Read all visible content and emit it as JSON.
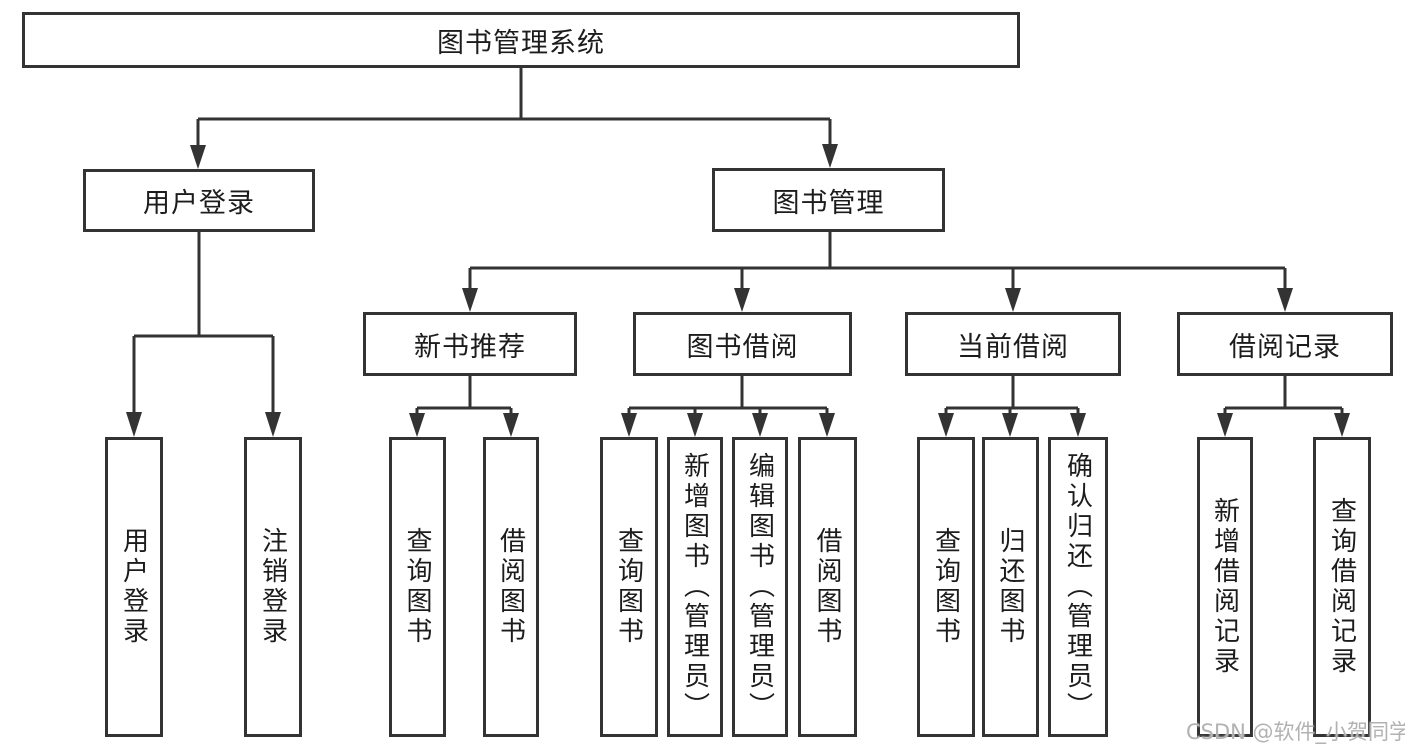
{
  "root": {
    "label": "图书管理系统"
  },
  "branches": [
    {
      "label": "用户登录",
      "leaves": [
        {
          "label": "用户登录"
        },
        {
          "label": "注销登录"
        }
      ]
    },
    {
      "label": "图书管理",
      "groups": [
        {
          "label": "新书推荐",
          "leaves": [
            {
              "label": "查询图书"
            },
            {
              "label": "借阅图书"
            }
          ]
        },
        {
          "label": "图书借阅",
          "leaves": [
            {
              "label": "查询图书"
            },
            {
              "label": "新增图书（管理员）"
            },
            {
              "label": "编辑图书（管理员）"
            },
            {
              "label": "借阅图书"
            }
          ]
        },
        {
          "label": "当前借阅",
          "leaves": [
            {
              "label": "查询图书"
            },
            {
              "label": "归还图书"
            },
            {
              "label": "确认归还（管理员）"
            }
          ]
        },
        {
          "label": "借阅记录",
          "leaves": [
            {
              "label": "新增借阅记录"
            },
            {
              "label": "查询借阅记录"
            }
          ]
        }
      ]
    }
  ],
  "watermark": {
    "text": "CSDN @软件_小贺同学"
  },
  "colors": {
    "line": "#333333",
    "text": "#1c1c1c",
    "watermark": "#b2b2b2",
    "background": "#ffffff"
  }
}
